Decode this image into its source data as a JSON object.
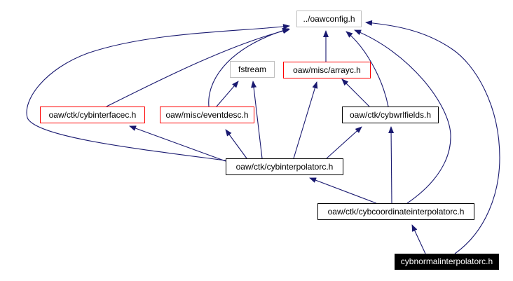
{
  "diagram": {
    "type": "include-dependency-graph",
    "edge_color": "#191970",
    "border_colors": {
      "normal": "#000000",
      "truncated": "#ff0000",
      "external": "#bebebe",
      "current_fill": "#000000"
    },
    "nodes": [
      {
        "id": "oawconfig",
        "label": "../oawconfig.h",
        "border": "#bebebe",
        "style": "external"
      },
      {
        "id": "fstream",
        "label": "fstream",
        "border": "#bebebe",
        "style": "external"
      },
      {
        "id": "arrayc",
        "label": "oaw/misc/arrayc.h",
        "border": "#ff0000",
        "style": "truncated"
      },
      {
        "id": "cybinterfacec",
        "label": "oaw/ctk/cybinterfacec.h",
        "border": "#ff0000",
        "style": "truncated"
      },
      {
        "id": "eventdesc",
        "label": "oaw/misc/eventdesc.h",
        "border": "#ff0000",
        "style": "truncated"
      },
      {
        "id": "cybwrlfields",
        "label": "oaw/ctk/cybwrlfields.h",
        "border": "#000000",
        "style": "normal"
      },
      {
        "id": "cybinterpolatorc",
        "label": "oaw/ctk/cybinterpolatorc.h",
        "border": "#000000",
        "style": "normal"
      },
      {
        "id": "cybcoordinate",
        "label": "oaw/ctk/cybcoordinateinterpolatorc.h",
        "border": "#000000",
        "style": "normal"
      },
      {
        "id": "cybnormal",
        "label": "cybnormalinterpolatorc.h",
        "border": "#000000",
        "style": "current"
      }
    ],
    "edges": [
      {
        "from": "cybinterfacec",
        "to": "oawconfig"
      },
      {
        "from": "eventdesc",
        "to": "oawconfig"
      },
      {
        "from": "eventdesc",
        "to": "fstream"
      },
      {
        "from": "cybinterpolatorc",
        "to": "oawconfig"
      },
      {
        "from": "cybinterpolatorc",
        "to": "cybinterfacec"
      },
      {
        "from": "cybinterpolatorc",
        "to": "eventdesc"
      },
      {
        "from": "cybinterpolatorc",
        "to": "fstream"
      },
      {
        "from": "cybinterpolatorc",
        "to": "arrayc"
      },
      {
        "from": "cybinterpolatorc",
        "to": "cybwrlfields"
      },
      {
        "from": "arrayc",
        "to": "oawconfig"
      },
      {
        "from": "cybwrlfields",
        "to": "arrayc"
      },
      {
        "from": "cybwrlfields",
        "to": "oawconfig"
      },
      {
        "from": "cybcoordinate",
        "to": "cybinterpolatorc"
      },
      {
        "from": "cybcoordinate",
        "to": "cybwrlfields"
      },
      {
        "from": "cybcoordinate",
        "to": "oawconfig"
      },
      {
        "from": "cybnormal",
        "to": "cybcoordinate"
      },
      {
        "from": "cybnormal",
        "to": "oawconfig"
      }
    ]
  }
}
